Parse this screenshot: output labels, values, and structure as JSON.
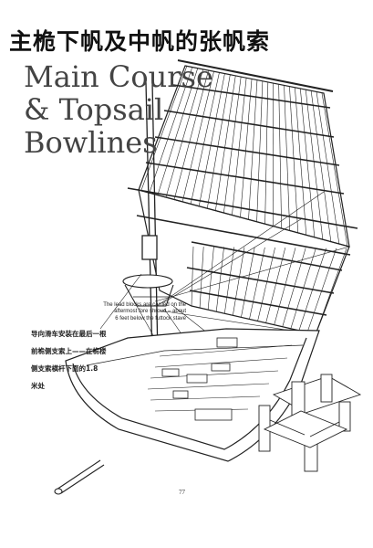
{
  "title_cn": "主桅下帆及中帆的张帆索",
  "title_en": {
    "line1": "Main Course",
    "line2": "& Topsail",
    "line3": "Bowlines"
  },
  "note_en": {
    "line1": "The lead blocks are carried on the",
    "line2": "aftermost fore shroud – about",
    "line3": "6 feet below the futtock stave"
  },
  "note_cn": {
    "line1": "导向滑车安装在最后一根",
    "line2": "前桅侧支索上——在桅楼",
    "line3": "侧支索横杆下面的1.8",
    "line4": "米处"
  },
  "page_number": "77"
}
